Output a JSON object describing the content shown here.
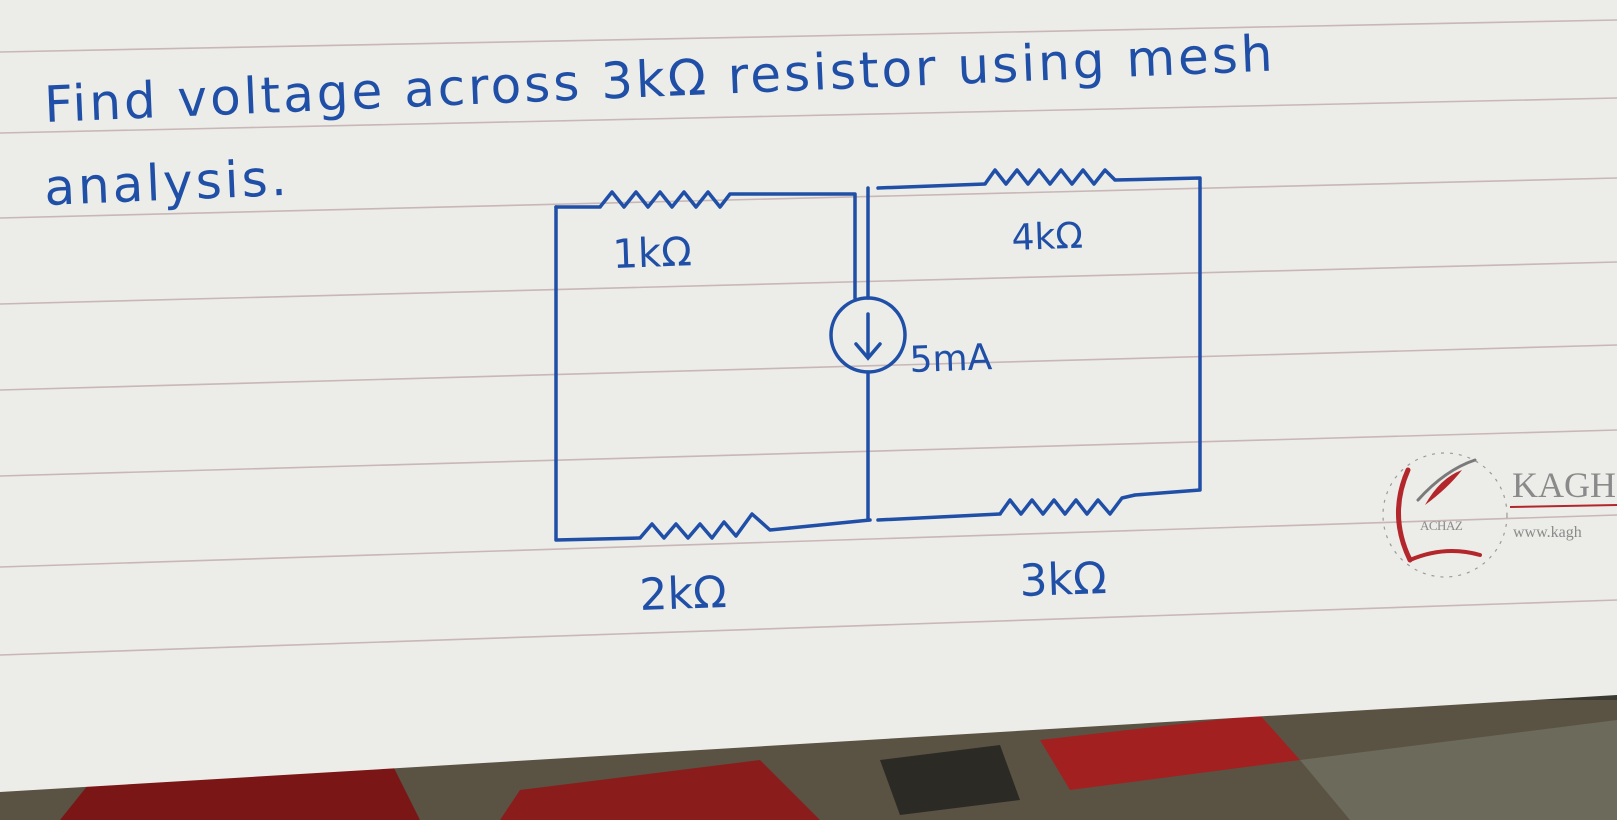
{
  "question": {
    "line1": "Find voltage across 3kΩ resistor using mesh",
    "line2": "analysis."
  },
  "circuit": {
    "r_top_left": "1kΩ",
    "r_top_right": "4kΩ",
    "r_bottom_left": "2kΩ",
    "r_bottom_right": "3kΩ",
    "current_source": "5mA"
  },
  "watermark": {
    "logo_text": "ACHAZ",
    "brand": "KAGH",
    "url": "www.kagh"
  },
  "colors": {
    "ink": "#1f4fa6",
    "paper": "#ecece8",
    "rule_line": "#c9b7b7",
    "watermark_red": "#b3262b",
    "watermark_text": "#8a8a8a"
  }
}
